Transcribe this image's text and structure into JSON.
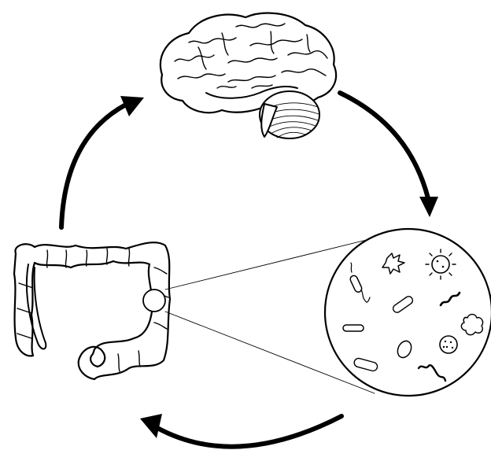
{
  "diagram": {
    "colors": {
      "ink": "#000000",
      "background": "#ffffff"
    },
    "nodes": [
      {
        "name": "brain-illustration",
        "icon": "brain-icon"
      },
      {
        "name": "intestine-illustration",
        "icon": "intestine-icon"
      },
      {
        "name": "microbiome-magnified-circle",
        "icon": "microbes-icon"
      }
    ],
    "cycle_arrows": [
      {
        "name": "arrow-brain-to-microbiome",
        "direction": "clockwise"
      },
      {
        "name": "arrow-microbiome-to-intestine",
        "direction": "clockwise"
      },
      {
        "name": "arrow-intestine-to-brain",
        "direction": "clockwise"
      }
    ],
    "microbes": [
      {
        "name": "flagellated-rod-microbe-icon"
      },
      {
        "name": "amoeboid-microbe-icon"
      },
      {
        "name": "spiky-coccus-microbe-icon"
      },
      {
        "name": "spotted-rod-microbe-icon"
      },
      {
        "name": "spirillum-microbe-icon"
      },
      {
        "name": "capsule-rod-microbe-icon"
      },
      {
        "name": "lobed-microbe-icon"
      },
      {
        "name": "oval-cell-microbe-icon"
      },
      {
        "name": "round-granular-microbe-icon"
      },
      {
        "name": "striped-rod-microbe-icon"
      },
      {
        "name": "chain-microbe-icon"
      }
    ]
  }
}
